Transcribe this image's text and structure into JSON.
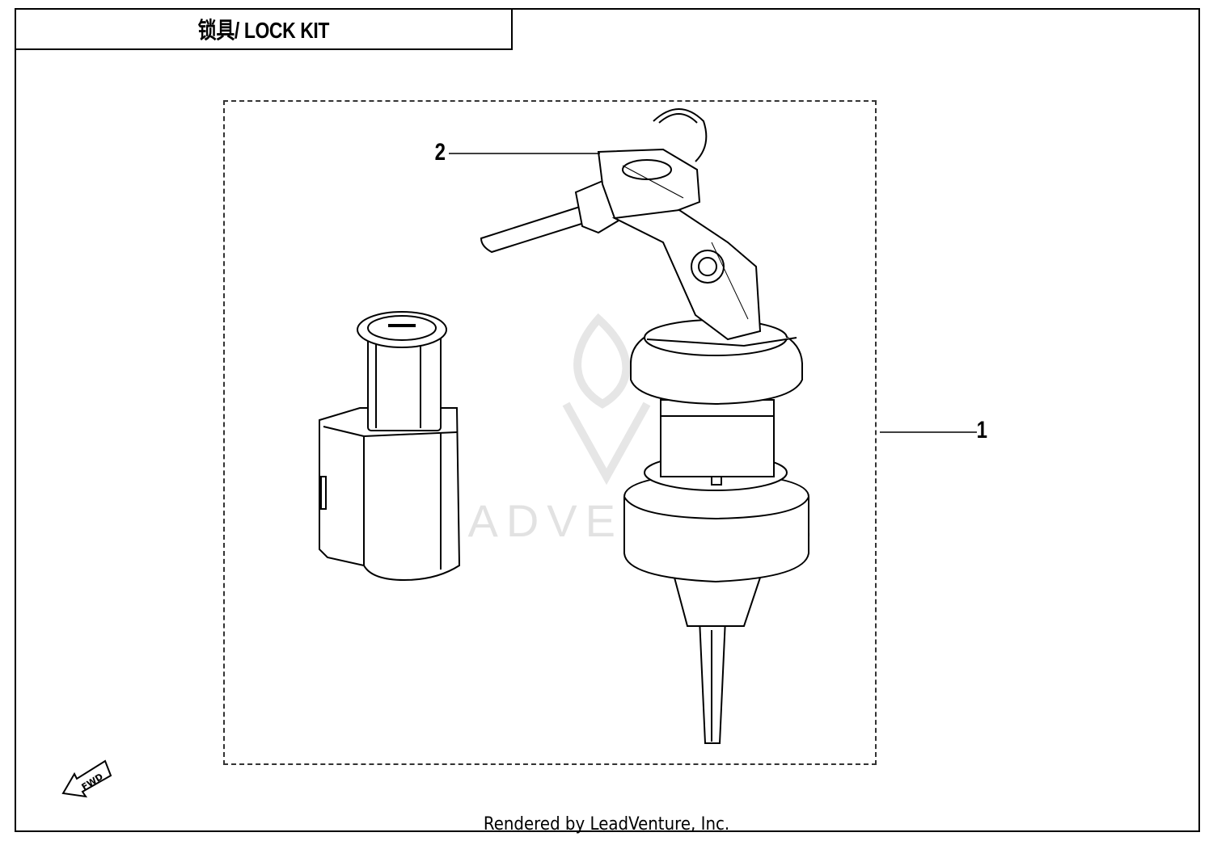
{
  "title": "锁具/ LOCK KIT",
  "callouts": [
    {
      "id": "1",
      "label": "1"
    },
    {
      "id": "2",
      "label": "2"
    }
  ],
  "fwd_label": "FWD",
  "watermark": "LEADVENTURE",
  "footer": "Rendered by LeadVenture, Inc.",
  "colors": {
    "line": "#000000",
    "frame": "#000000",
    "watermark": "#e2e2e2"
  }
}
